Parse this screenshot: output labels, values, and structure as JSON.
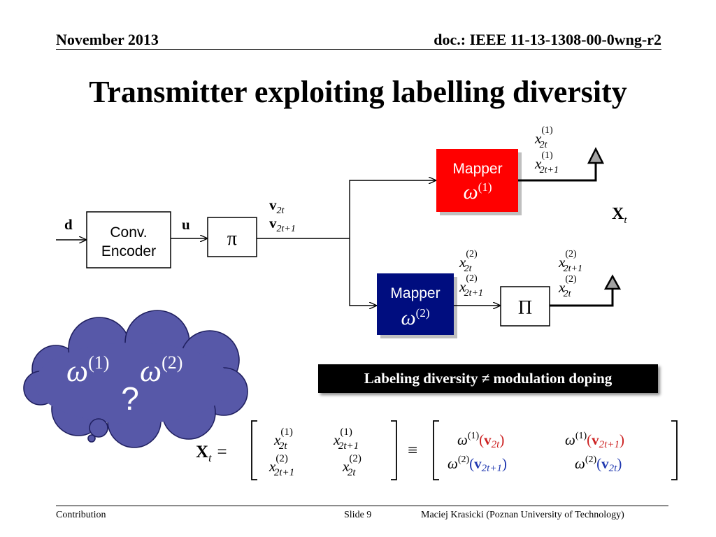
{
  "header": {
    "date": "November 2013",
    "doc_id": "doc.: IEEE 11-13-1308-00-0wng-r2"
  },
  "title": "Transmitter exploiting labelling diversity",
  "diagram": {
    "input_label": "d",
    "encoder_line1": "Conv.",
    "encoder_line2": "Encoder",
    "encoded_label": "u",
    "interleaver_symbol": "π",
    "v_symbol": "v",
    "idx_2t": "2t",
    "idx_2t1": "2t+1",
    "x_symbol": "x",
    "sup_1": "(1)",
    "sup_2": "(2)",
    "mapper_label": "Mapper",
    "omega_symbol": "ω",
    "pi_capital": "Π",
    "output_symbol": "X",
    "output_sub": "t",
    "colors": {
      "mapper1": "#ff0000",
      "mapper2": "#000d7f",
      "cloud": "#5758a8",
      "antenna": "#a3a3a3",
      "red_text": "#cc2020",
      "blue_text": "#2038b0"
    }
  },
  "thought_cloud": {
    "question": "?"
  },
  "badge": {
    "text": "Labeling diversity ≠ modulation doping"
  },
  "equation": {
    "lhs_sub": "t",
    "equals": "=",
    "equiv": "≡"
  },
  "footer": {
    "left": "Contribution",
    "center": "Slide 9",
    "right": "Maciej Krasicki (Poznan University of Technology)"
  }
}
